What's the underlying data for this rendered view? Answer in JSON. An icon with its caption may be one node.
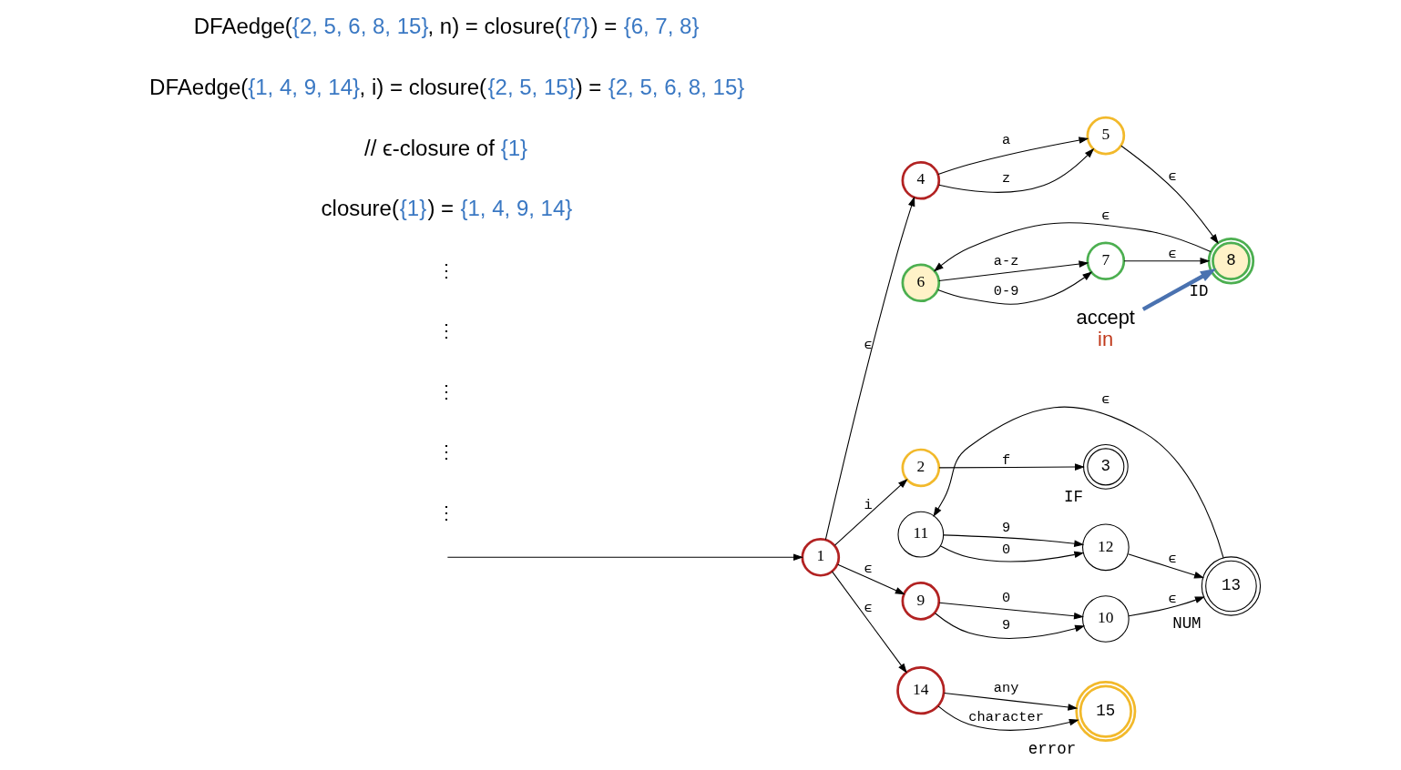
{
  "diagram": {
    "nodes": [
      {
        "text": [
          "1"
        ]
      },
      {
        "text": [
          "2"
        ]
      },
      {
        "text": [
          "3"
        ],
        "beside": [
          "IF"
        ]
      },
      {
        "text": [
          "4"
        ]
      },
      {
        "text": [
          "5"
        ]
      },
      {
        "text": [
          "6"
        ]
      },
      {
        "text": [
          "7"
        ]
      },
      {
        "text": [
          "8"
        ],
        "beside": [
          "ID"
        ]
      },
      {
        "text": [
          "9"
        ]
      },
      {
        "text": [
          "10"
        ]
      },
      {
        "text": [
          "11"
        ]
      },
      {
        "text": [
          "12"
        ]
      },
      {
        "text": [
          "13"
        ],
        "beside": [
          "NUM"
        ]
      },
      {
        "text": [
          "14"
        ]
      },
      {
        "text": [
          "15"
        ],
        "beside": [
          "error"
        ]
      },
      {
        "text": [
          "accept",
          "in"
        ]
      }
    ],
    "edges": [
      {
        "from": null,
        "to": 0,
        "arrow": "to"
      },
      {
        "from": 0,
        "to": 1,
        "arrow": "to",
        "label": "i"
      },
      {
        "from": 1,
        "to": 2,
        "arrow": "to",
        "label": "f"
      },
      {
        "from": 0,
        "to": 3,
        "arrow": "to",
        "label": "ϵ"
      },
      {
        "from": 3,
        "to": 4,
        "arrow": "to",
        "label": "a"
      },
      {
        "from": 3,
        "to": 4,
        "arrow": "to",
        "label": "z"
      },
      {
        "from": 4,
        "to": 7,
        "arrow": "to",
        "label": "ϵ"
      },
      {
        "from": 5,
        "to": 6,
        "arrow": "to",
        "label": "a-z"
      },
      {
        "from": 5,
        "to": 6,
        "arrow": "to",
        "label": "0-9"
      },
      {
        "from": 6,
        "to": 7,
        "arrow": "to",
        "label": "ϵ"
      },
      {
        "from": 7,
        "to": 5,
        "arrow": "to",
        "label": "ϵ"
      },
      {
        "from": 0,
        "to": 8,
        "arrow": "to",
        "label": "ϵ"
      },
      {
        "from": 8,
        "to": 9,
        "arrow": "to",
        "label": "0"
      },
      {
        "from": 8,
        "to": 9,
        "arrow": "to",
        "label": "9"
      },
      {
        "from": 9,
        "to": 12,
        "arrow": "to",
        "label": "ϵ"
      },
      {
        "from": 10,
        "to": 11,
        "arrow": "to",
        "label": "0"
      },
      {
        "from": 10,
        "to": 11,
        "arrow": "to",
        "label": "9"
      },
      {
        "from": 11,
        "to": 12,
        "arrow": "to",
        "label": "ϵ"
      },
      {
        "from": 12,
        "to": 10,
        "arrow": "to",
        "label": "ϵ"
      },
      {
        "from": 0,
        "to": 13,
        "arrow": "to",
        "label": "ϵ"
      },
      {
        "from": 13,
        "to": 14,
        "arrow": "to",
        "label": "any"
      },
      {
        "from": 13,
        "to": 14,
        "arrow": "to",
        "label": "character"
      },
      {
        "from": 15,
        "to": 7,
        "arrow": "to",
        "style": "thick",
        "color": "#4a72b0"
      }
    ],
    "labels": [
      "⋮",
      "⋮",
      "⋮",
      "⋮",
      "⋮",
      "closure({1}) = {1, 4, 9, 14}",
      "// ϵ-closure of {1}",
      "DFAedge({1, 4, 9, 14}, i) = closure({2, 5, 15}) = {2, 5, 6, 8, 15}",
      "DFAedge({2, 5, 6, 8, 15}, n) = closure({7}) = {6, 7, 8}"
    ]
  }
}
